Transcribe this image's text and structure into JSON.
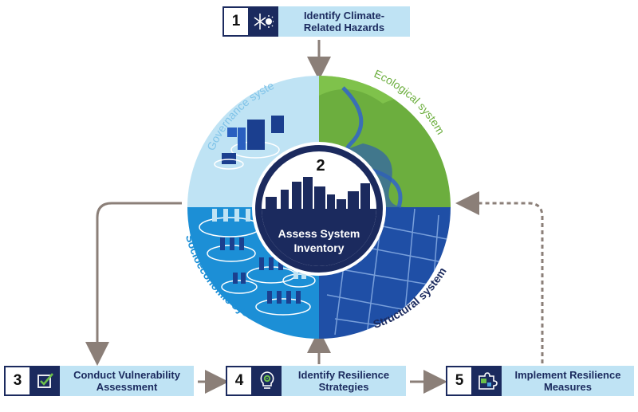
{
  "steps": [
    {
      "num": "1",
      "line1": "Identify Climate-",
      "line2": "Related Hazards",
      "icon": "sun-snowflake-icon"
    },
    {
      "num": "3",
      "line1": "Conduct Vulnerability",
      "line2": "Assessment",
      "icon": "checkbox-icon"
    },
    {
      "num": "4",
      "line1": "Identify Resilience",
      "line2": "Strategies",
      "icon": "lightbulb-gear-icon"
    },
    {
      "num": "5",
      "line1": "Implement Resilience",
      "line2": "Measures",
      "icon": "puzzle-icon"
    }
  ],
  "center": {
    "num": "2",
    "line1": "Assess System",
    "line2": "Inventory"
  },
  "quadrants": {
    "governance": "Governance system",
    "ecological": "Ecological system",
    "socioeconomic": "Socioeconomic system",
    "structural": "Structural system"
  },
  "colors": {
    "navy": "#1b2a5e",
    "label_bg": "#bfe3f4",
    "governance": "#bfe3f4",
    "ecological": "#6cae3e",
    "socioeconomic": "#1c8fd6",
    "structural": "#1f4fa6",
    "arrow": "#8b7f78"
  }
}
